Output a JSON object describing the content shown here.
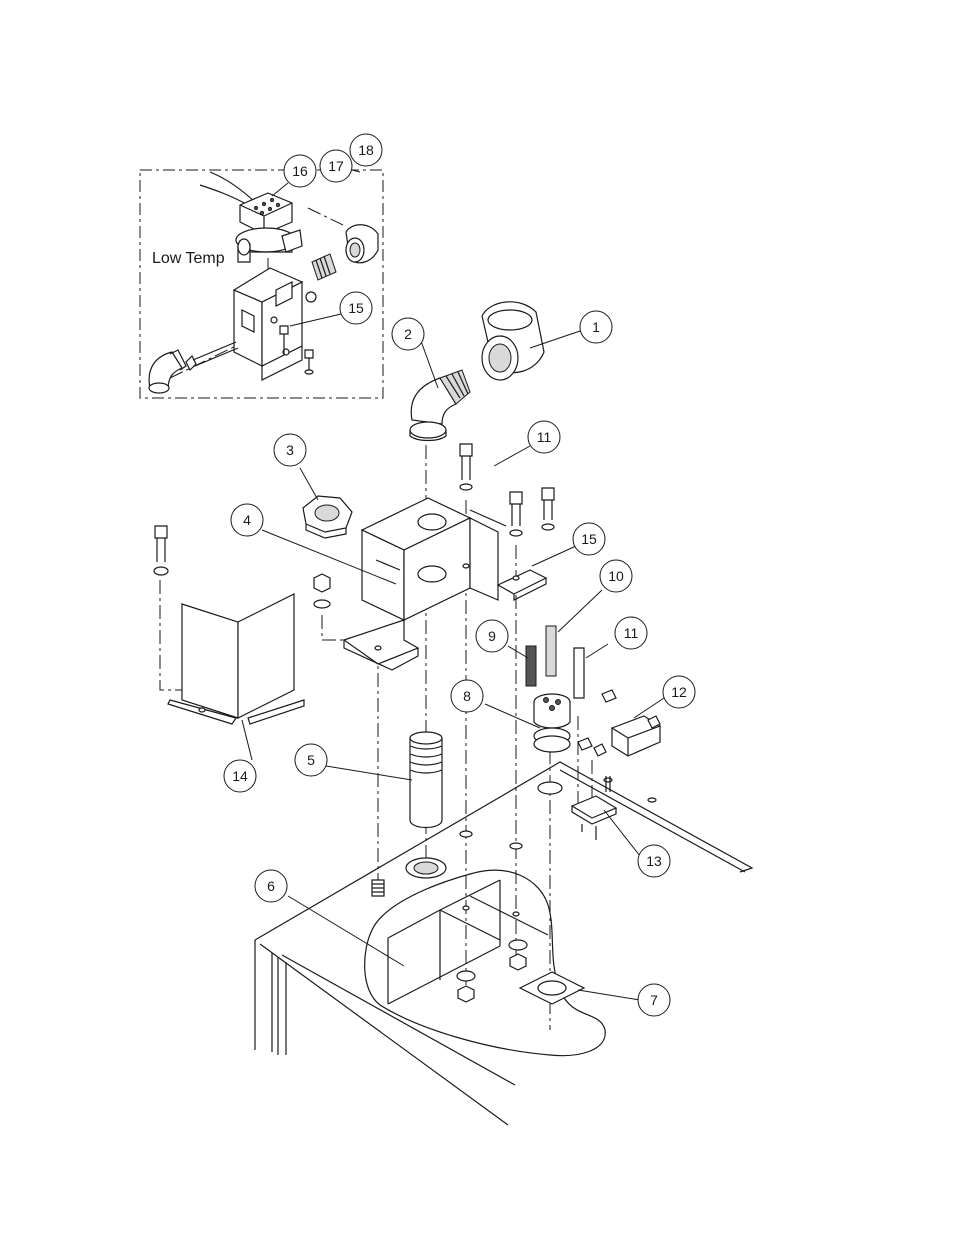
{
  "inset_label": "Low Temp",
  "callouts": [
    {
      "id": "c1",
      "text": "1"
    },
    {
      "id": "c2",
      "text": "2"
    },
    {
      "id": "c3",
      "text": "3"
    },
    {
      "id": "c4",
      "text": "4"
    },
    {
      "id": "c5",
      "text": "5"
    },
    {
      "id": "c6",
      "text": "6"
    },
    {
      "id": "c7",
      "text": "7"
    },
    {
      "id": "c8",
      "text": "8"
    },
    {
      "id": "c9",
      "text": "9"
    },
    {
      "id": "c10",
      "text": "10"
    },
    {
      "id": "c11a",
      "text": "11"
    },
    {
      "id": "c11b",
      "text": "11"
    },
    {
      "id": "c12",
      "text": "12"
    },
    {
      "id": "c13",
      "text": "13"
    },
    {
      "id": "c14",
      "text": "14"
    },
    {
      "id": "c15a",
      "text": "15"
    },
    {
      "id": "c15b",
      "text": "15"
    },
    {
      "id": "c16",
      "text": "16"
    },
    {
      "id": "c17",
      "text": "17"
    },
    {
      "id": "c18",
      "text": "18"
    }
  ]
}
